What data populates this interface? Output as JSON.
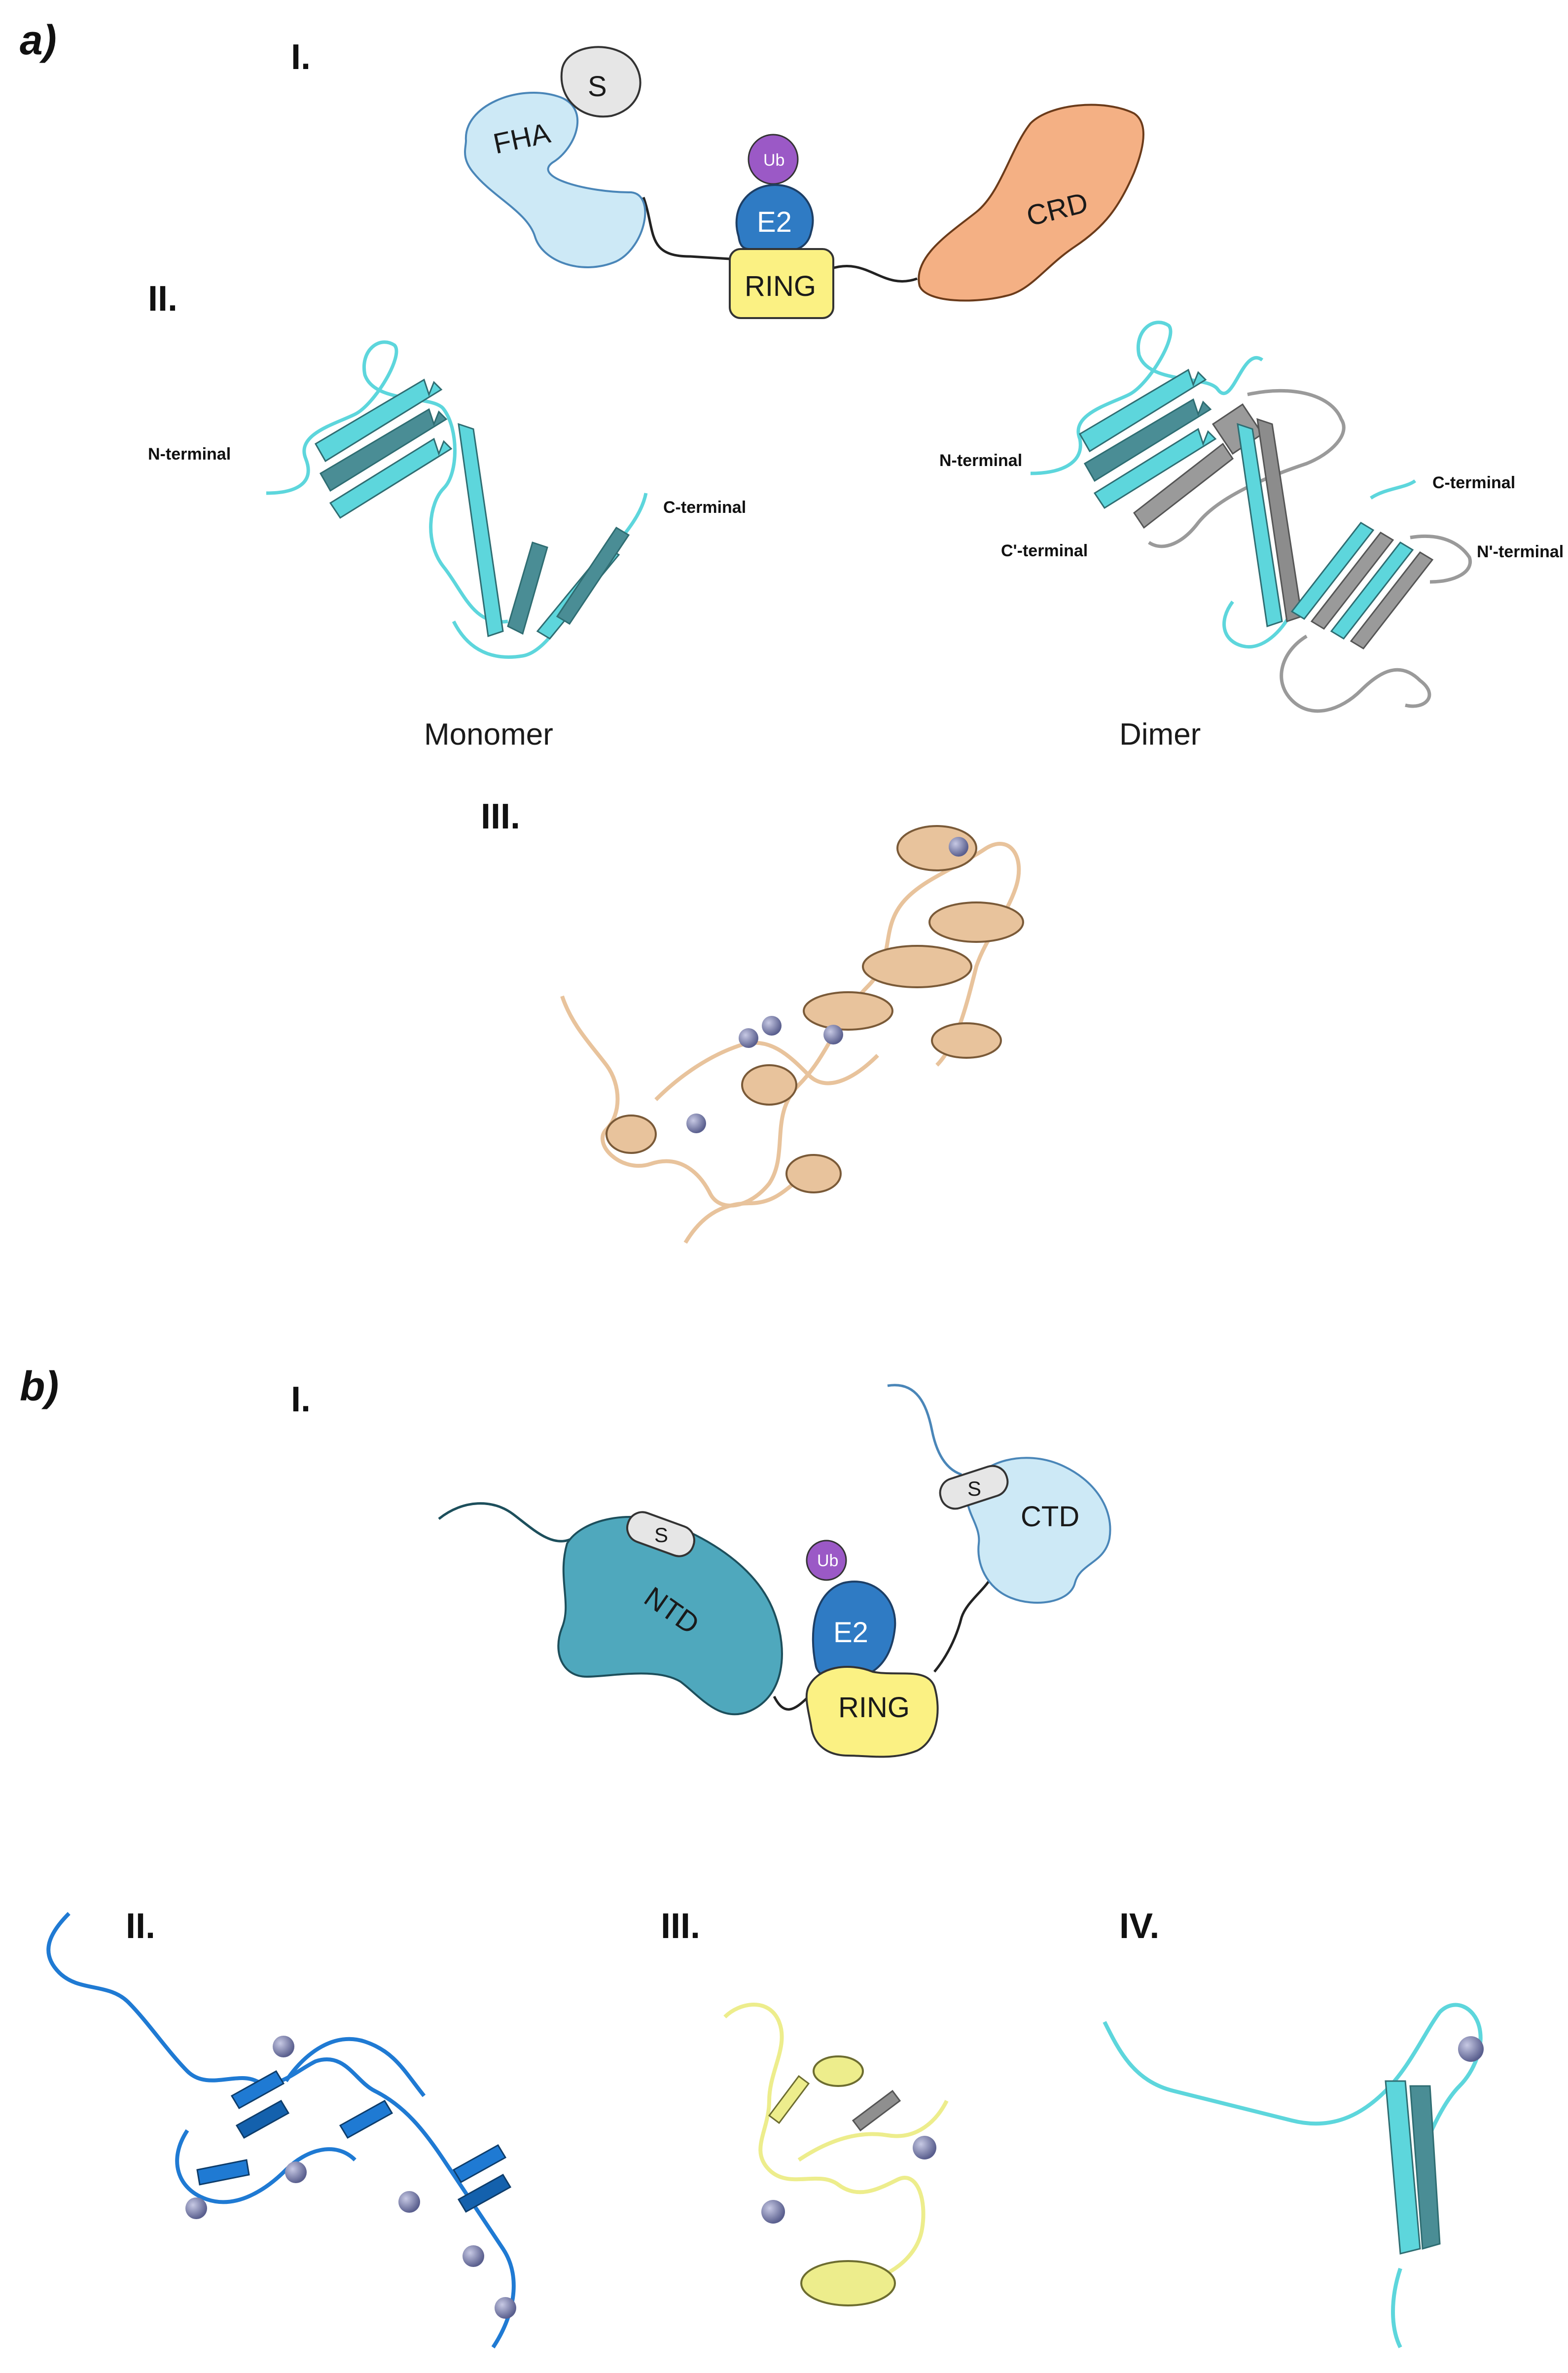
{
  "panels": {
    "a": {
      "letter": "a)",
      "I": {
        "roman": "I.",
        "domains": {
          "fha": "FHA",
          "s": "S",
          "ub": "Ub",
          "e2": "E2",
          "ring": "RING",
          "crd": "CRD"
        }
      },
      "II": {
        "roman": "II.",
        "monomer": {
          "caption": "Monomer",
          "n_term": "N-terminal",
          "c_term": "C-terminal"
        },
        "dimer": {
          "caption": "Dimer",
          "n_term": "N-terminal",
          "c_term": "C-terminal",
          "c_term_prime": "C'-terminal",
          "n_term_prime": "N'-terminal"
        }
      },
      "III": {
        "roman": "III."
      }
    },
    "b": {
      "letter": "b)",
      "I": {
        "roman": "I.",
        "domains": {
          "s_left": "S",
          "s_right": "S",
          "ntd": "NTD",
          "ub": "Ub",
          "e2": "E2",
          "ring": "RING",
          "ctd": "CTD"
        }
      },
      "II": {
        "roman": "II."
      },
      "III": {
        "roman": "III."
      },
      "IV": {
        "roman": "IV."
      }
    }
  },
  "colors": {
    "fha": "#cde9f6",
    "s": "#e6e6e6",
    "ub": "#9b59c6",
    "e2": "#2f7bc4",
    "ring": "#fbf183",
    "crd": "#f4b084",
    "ntd": "#4fa8bd",
    "ctd": "#cde9f6",
    "cyan_ribbon": "#5dd6dc",
    "gray_ribbon": "#9a9a9a",
    "wheat_ribbon": "#e8c39c",
    "blue_ribbon": "#1f7ad3",
    "yellow_ribbon": "#eded8c",
    "zinc": "#7a7fae"
  }
}
